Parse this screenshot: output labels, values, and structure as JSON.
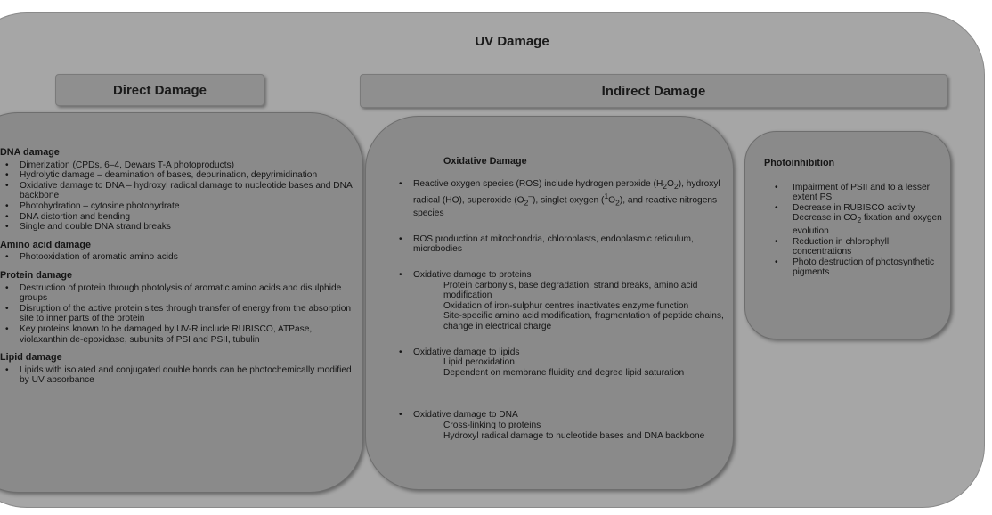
{
  "title": "UV Damage",
  "direct": {
    "header": "Direct Damage",
    "sections": [
      {
        "heading": "DNA damage",
        "items": [
          "Dimerization (CPDs, 6–4, Dewars T-A photoproducts)",
          "Hydrolytic damage – deamination of bases, depurination, depyrimidination",
          "Oxidative damage to DNA – hydroxyl radical damage to nucleotide bases and DNA backbone",
          "Photohydration – cytosine photohydrate",
          "DNA distortion and bending",
          "Single and double DNA strand breaks"
        ]
      },
      {
        "heading": "Amino acid damage",
        "items": [
          "Photooxidation of aromatic amino acids"
        ]
      },
      {
        "heading": "Protein damage",
        "items": [
          "Destruction of protein through photolysis of aromatic amino acids and disulphide groups",
          "Disruption of the active protein sites through transfer of energy from the absorption site to inner parts of the protein",
          "Key proteins known to be damaged by UV-R include RUBISCO, ATPase, violaxanthin de-epoxidase, subunits of PSI and PSII, tubulin"
        ]
      },
      {
        "heading": "Lipid damage",
        "items": [
          "Lipids with isolated and conjugated double bonds can be photochemically modified by UV absorbance"
        ]
      }
    ]
  },
  "indirect": {
    "header": "Indirect Damage",
    "oxidative": {
      "heading": "Oxidative Damage",
      "ros_prefix": "Reactive oxygen species (ROS) include hydrogen peroxide (H",
      "ros_sub2a": "2",
      "ros_o": "O",
      "ros_sub2b": "2",
      "ros_mid1": "), hydroxyl radical (HO), superoxide (O",
      "ros_sub2c": "2",
      "ros_sup": "–",
      "ros_mid2": "), singlet oxygen (",
      "ros_sup1": "1",
      "ros_o2": "O",
      "ros_sub2d": "2",
      "ros_suffix": "), and reactive nitrogens species",
      "ros_production": "ROS production at mitochondria, chloroplasts, endoplasmic reticulum, microbodies",
      "proteins": {
        "label": "Oxidative damage to proteins",
        "lines": [
          "Protein carbonyls, base degradation, strand breaks, amino acid modification",
          "Oxidation of iron-sulphur centres inactivates enzyme function",
          "Site-specific amino acid modification, fragmentation of peptide chains, change in electrical charge"
        ]
      },
      "lipids": {
        "label": "Oxidative damage to lipids",
        "lines": [
          "Lipid peroxidation",
          "Dependent on membrane fluidity and degree lipid saturation"
        ]
      },
      "dna": {
        "label": "Oxidative damage to DNA",
        "lines": [
          "Cross-linking to proteins",
          "Hydroxyl radical damage to nucleotide bases and DNA backbone"
        ]
      }
    },
    "photoinhibition": {
      "heading": "Photoinhibition",
      "item1": "Impairment of PSII and to a lesser extent PSI",
      "item2": "Decrease in RUBISCO activity",
      "item2_cont_a": "Decrease in CO",
      "item2_cont_sub": "2",
      "item2_cont_b": " fixation and oxygen evolution",
      "item3": "Reduction in chlorophyll concentrations",
      "item4": "Photo destruction of photosynthetic pigments"
    }
  }
}
